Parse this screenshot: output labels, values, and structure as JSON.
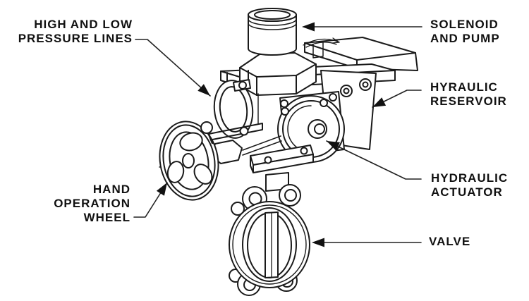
{
  "diagram": {
    "figure_type": "black-and-white technical line drawing with leader-line callouts",
    "labels": {
      "pressure_lines": {
        "lines": [
          "HIGH AND LOW",
          "PRESSURE LINES"
        ]
      },
      "solenoid_pump": {
        "lines": [
          "SOLENOID",
          "AND PUMP"
        ]
      },
      "reservoir": {
        "lines": [
          "HYRAULIC",
          "RESERVOIR"
        ]
      },
      "actuator": {
        "lines": [
          "HYDRAULIC",
          "ACTUATOR"
        ]
      },
      "hand_wheel": {
        "lines": [
          "HAND",
          "OPERATION",
          "WHEEL"
        ]
      },
      "valve": {
        "lines": [
          "VALVE"
        ]
      }
    },
    "colors": {
      "ink": "#1a1a1a",
      "leader": "#222222",
      "background": "#ffffff"
    }
  }
}
